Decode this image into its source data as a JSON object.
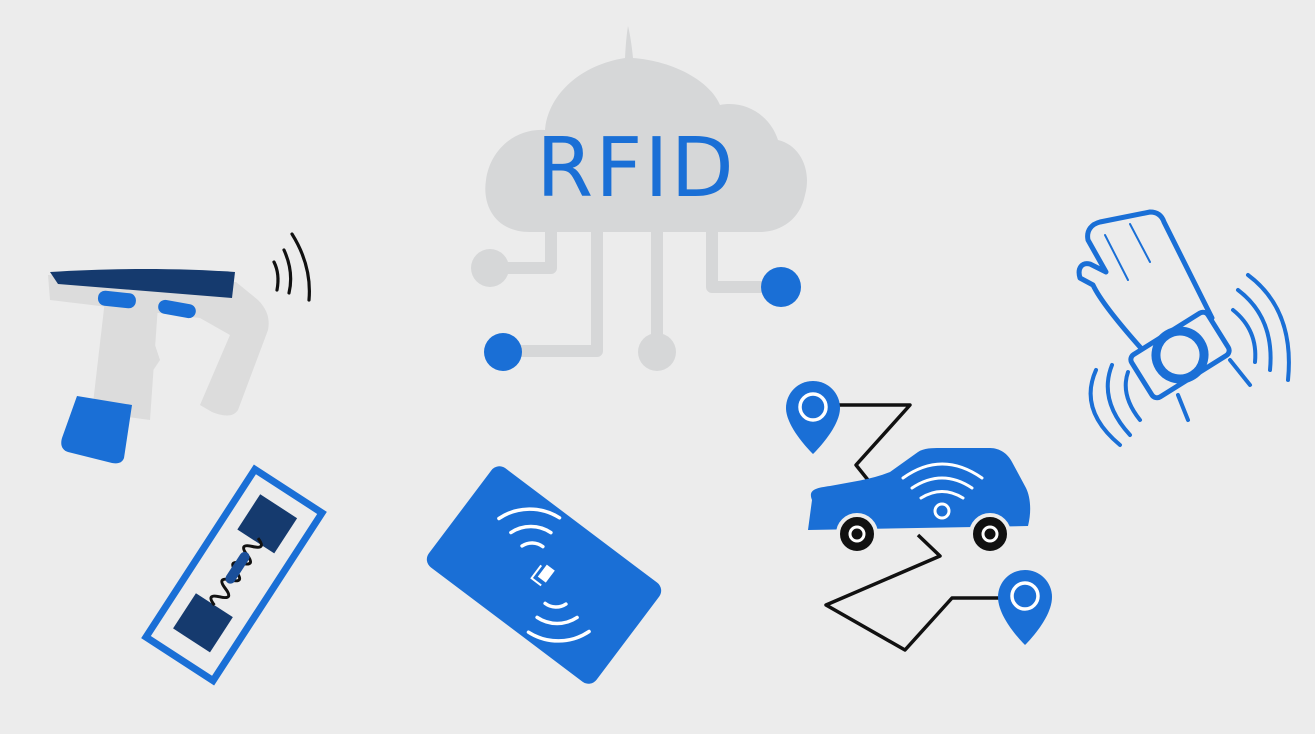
{
  "title": "RFID",
  "colors": {
    "background": "#ececec",
    "accent_blue": "#1a6fd6",
    "dark_blue": "#153a6e",
    "cloud_gray": "#d6d7d8",
    "line_black": "#111111",
    "white": "#ffffff"
  },
  "elements": [
    {
      "id": "cloud",
      "label": "RFID cloud with circuit connections"
    },
    {
      "id": "scanner",
      "label": "Handheld RFID scanner emitting signal"
    },
    {
      "id": "tag",
      "label": "RFID inlay tag with antenna"
    },
    {
      "id": "card",
      "label": "Contactless RFID card"
    },
    {
      "id": "vehicle",
      "label": "Connected car with location route"
    },
    {
      "id": "wristband",
      "label": "RFID wristband on hand"
    }
  ]
}
